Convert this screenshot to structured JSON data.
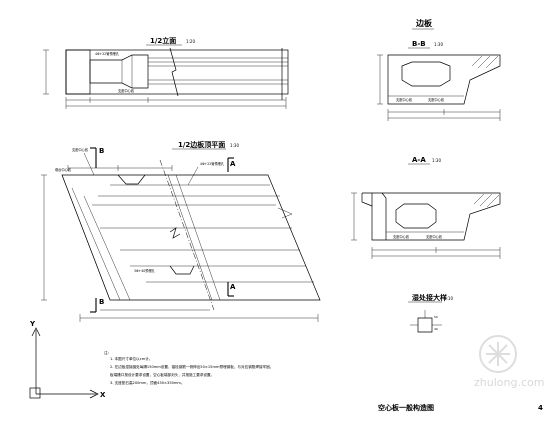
{
  "views": {
    "elevation": {
      "title": "1/2立面",
      "scale": "1:20"
    },
    "plan": {
      "title": "1/2边板顶平面",
      "scale": "1:30"
    },
    "edge_board": {
      "title": "边板"
    },
    "section_bb": {
      "title": "B-B",
      "scale": "1:30"
    },
    "section_aa": {
      "title": "A-A",
      "scale": "1:30"
    },
    "detail": {
      "title": "湿处接大样",
      "scale": "1:10"
    }
  },
  "labels": {
    "support_center": "支座中心线",
    "rebar_note_1": "4Φ+22管预埋孔",
    "rebar_note_2": "3Φ+40预埋孔",
    "pier_line": "墩台中心线",
    "left_dim": "支座中心线"
  },
  "section_markers": {
    "b_top": "B",
    "b_bottom": "B",
    "a_top": "A",
    "a_bottom": "A"
  },
  "notes": {
    "heading": "注：",
    "items": [
      "1. 本图尺寸单位以cm计。",
      "2. 在边板湿接缝处每隔150mm设置，锚栓钢筋一侧伸出50×15mm预埋钢板，与对应钢筋焊接牢固。",
      "   板端槽口按设计要求设置，空心板端部封头，并按施工要求设置。",
      "3. 支座垫石高200mm，顶面450×350mm。"
    ]
  },
  "title_block": {
    "name": "空心板一般构造图",
    "sheet": "4"
  },
  "axes": {
    "x": "X",
    "y": "Y"
  },
  "watermark": "zhulong.com"
}
